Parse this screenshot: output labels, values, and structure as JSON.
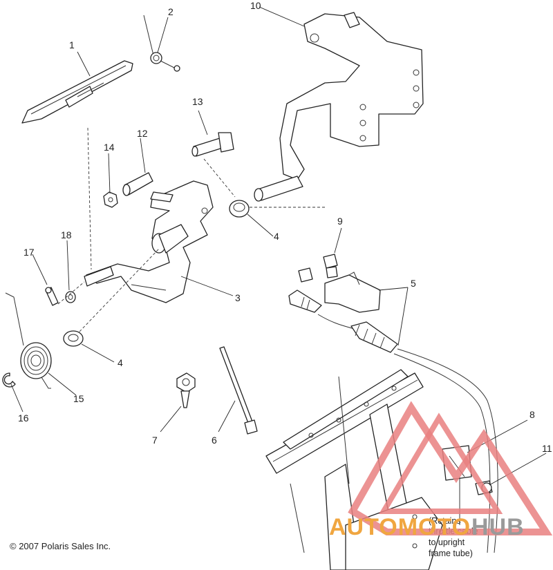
{
  "diagram": {
    "callouts": [
      "1",
      "2",
      "3",
      "4",
      "4",
      "5",
      "6",
      "7",
      "8",
      "9",
      "10",
      "11",
      "12",
      "13",
      "14",
      "15",
      "16",
      "17",
      "18"
    ],
    "note_lines": [
      "(Retains",
      "throttle cable",
      "to upright",
      "frame tube)"
    ],
    "copyright": "© 2007 Polaris Sales Inc."
  },
  "watermark": {
    "text_orange": "AUTOMOTO",
    "text_grey": "HUB",
    "colors": {
      "triangle": "#e98080",
      "orange": "#f0a640",
      "grey": "#9a9a9a"
    }
  }
}
